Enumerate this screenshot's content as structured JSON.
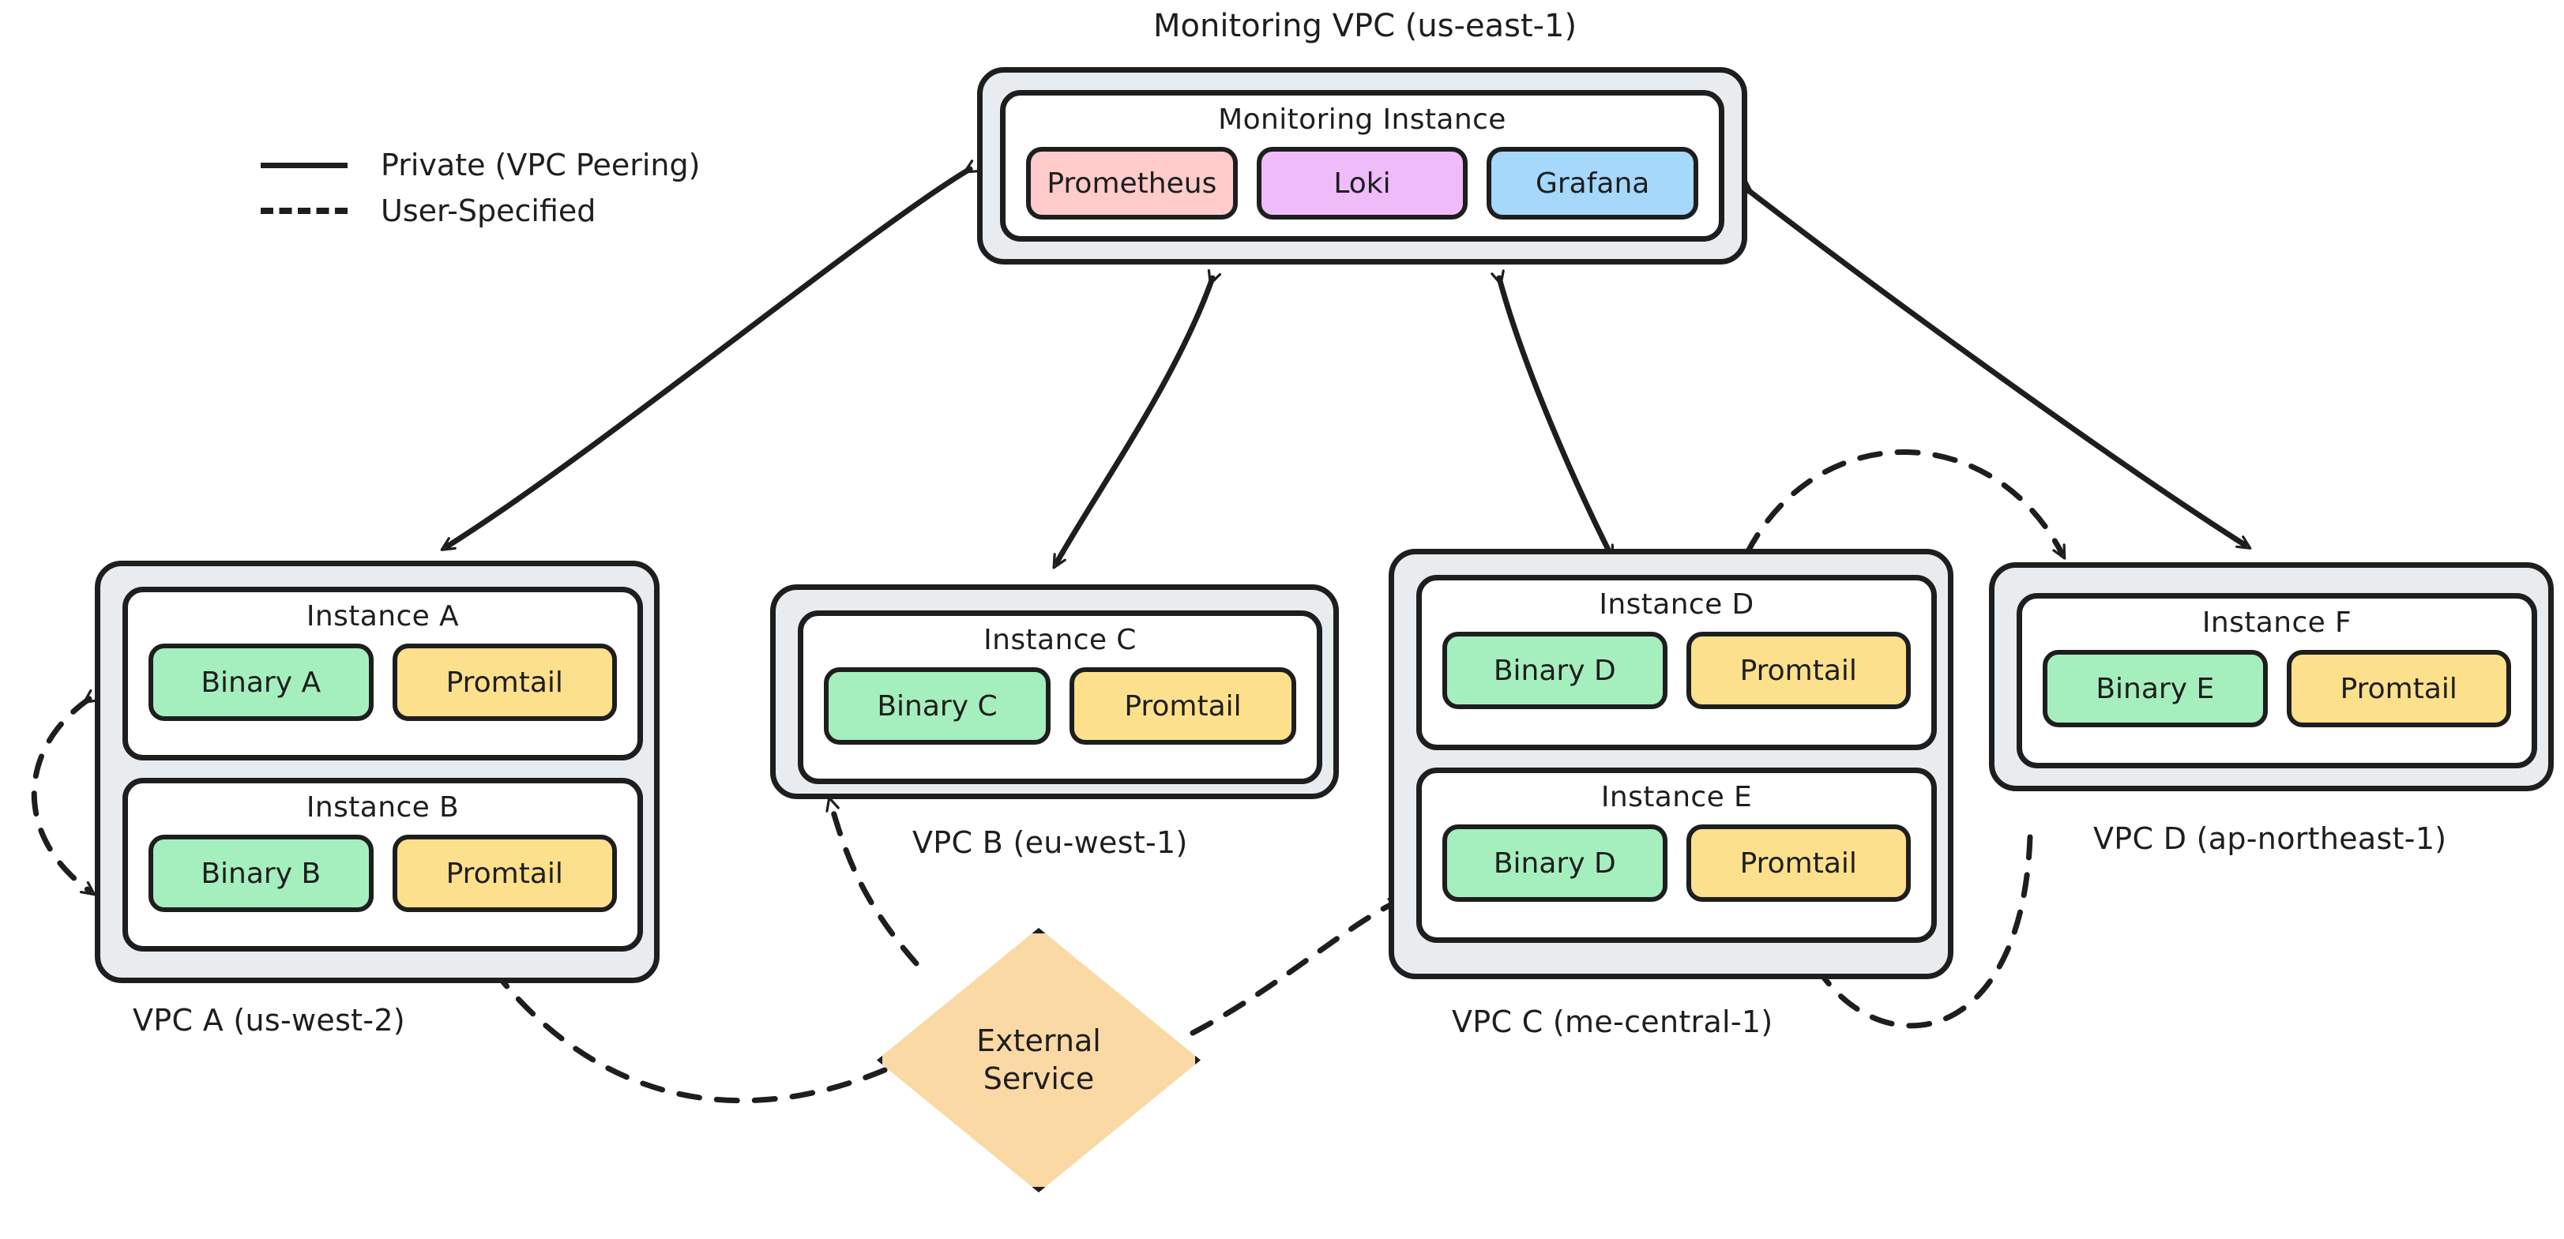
{
  "legend": {
    "items": [
      {
        "label": "Private (VPC Peering)",
        "style": "solid"
      },
      {
        "label": "User-Specified",
        "style": "dashed"
      }
    ]
  },
  "monitoring": {
    "vpc_label": "Monitoring VPC (us-east-1)",
    "instance_title": "Monitoring Instance",
    "components": [
      {
        "label": "Prometheus",
        "color": "#ffcbcb"
      },
      {
        "label": "Loki",
        "color": "#efbbf8"
      },
      {
        "label": "Grafana",
        "color": "#a5d8fb"
      }
    ]
  },
  "vpcs": [
    {
      "id": "vpc-a",
      "label": "VPC A (us-west-2)",
      "instances": [
        {
          "title": "Instance A",
          "components": [
            {
              "label": "Binary A",
              "color": "#a5efbe"
            },
            {
              "label": "Promtail",
              "color": "#fce08c"
            }
          ]
        },
        {
          "title": "Instance B",
          "components": [
            {
              "label": "Binary B",
              "color": "#a5efbe"
            },
            {
              "label": "Promtail",
              "color": "#fce08c"
            }
          ]
        }
      ]
    },
    {
      "id": "vpc-b",
      "label": "VPC B (eu-west-1)",
      "instances": [
        {
          "title": "Instance C",
          "components": [
            {
              "label": "Binary C",
              "color": "#a5efbe"
            },
            {
              "label": "Promtail",
              "color": "#fce08c"
            }
          ]
        }
      ]
    },
    {
      "id": "vpc-c",
      "label": "VPC C (me-central-1)",
      "instances": [
        {
          "title": "Instance D",
          "components": [
            {
              "label": "Binary D",
              "color": "#a5efbe"
            },
            {
              "label": "Promtail",
              "color": "#fce08c"
            }
          ]
        },
        {
          "title": "Instance E",
          "components": [
            {
              "label": "Binary D",
              "color": "#a5efbe"
            },
            {
              "label": "Promtail",
              "color": "#fce08c"
            }
          ]
        }
      ]
    },
    {
      "id": "vpc-d",
      "label": "VPC D (ap-northeast-1)",
      "instances": [
        {
          "title": "Instance F",
          "components": [
            {
              "label": "Binary E",
              "color": "#a5efbe"
            },
            {
              "label": "Promtail",
              "color": "#fce08c"
            }
          ]
        }
      ]
    }
  ],
  "external_service": {
    "line1": "External",
    "line2": "Service",
    "color": "#fbd9a5"
  },
  "colors": {
    "stroke": "#1e1e1e",
    "vpc_fill": "#e8ecef",
    "instance_fill": "#ffffff",
    "binary": "#a5efbe",
    "promtail": "#fce08c",
    "prometheus": "#ffcbcb",
    "loki": "#efbbf8",
    "grafana": "#a5d8fb",
    "external": "#fbd9a5"
  },
  "edges": [
    {
      "from": "monitoring-vpc",
      "to": "vpc-a",
      "style": "solid",
      "direction": "both"
    },
    {
      "from": "monitoring-vpc",
      "to": "vpc-b",
      "style": "solid",
      "direction": "both"
    },
    {
      "from": "monitoring-vpc",
      "to": "vpc-c",
      "style": "solid",
      "direction": "both"
    },
    {
      "from": "monitoring-vpc",
      "to": "vpc-d",
      "style": "solid",
      "direction": "both"
    },
    {
      "from": "instance-a",
      "to": "instance-b",
      "style": "dashed",
      "direction": "both"
    },
    {
      "from": "vpc-c",
      "to": "vpc-d",
      "style": "dashed",
      "direction": "both"
    },
    {
      "from": "external-service",
      "to": "vpc-a",
      "style": "dashed",
      "direction": "to"
    },
    {
      "from": "external-service",
      "to": "vpc-b",
      "style": "dashed",
      "direction": "to"
    },
    {
      "from": "external-service",
      "to": "vpc-c",
      "style": "dashed",
      "direction": "to"
    }
  ]
}
